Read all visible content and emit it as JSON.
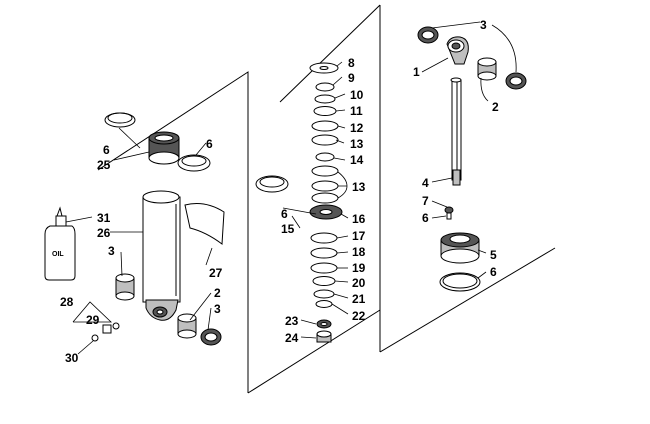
{
  "bottle_label": "OIL",
  "callouts": [
    {
      "id": "c1",
      "text": "1"
    },
    {
      "id": "c2a",
      "text": "2"
    },
    {
      "id": "c2b",
      "text": "2"
    },
    {
      "id": "c3a",
      "text": "3"
    },
    {
      "id": "c3b",
      "text": "3"
    },
    {
      "id": "c3c",
      "text": "3"
    },
    {
      "id": "c4",
      "text": "4"
    },
    {
      "id": "c5",
      "text": "5"
    },
    {
      "id": "c6a",
      "text": "6"
    },
    {
      "id": "c6b",
      "text": "6"
    },
    {
      "id": "c6c",
      "text": "6"
    },
    {
      "id": "c6d",
      "text": "6"
    },
    {
      "id": "c6e",
      "text": "6"
    },
    {
      "id": "c7",
      "text": "7"
    },
    {
      "id": "c8",
      "text": "8"
    },
    {
      "id": "c9",
      "text": "9"
    },
    {
      "id": "c10",
      "text": "10"
    },
    {
      "id": "c11",
      "text": "11"
    },
    {
      "id": "c12",
      "text": "12"
    },
    {
      "id": "c13a",
      "text": "13"
    },
    {
      "id": "c13b",
      "text": "13"
    },
    {
      "id": "c14",
      "text": "14"
    },
    {
      "id": "c15",
      "text": "15"
    },
    {
      "id": "c16",
      "text": "16"
    },
    {
      "id": "c17",
      "text": "17"
    },
    {
      "id": "c18",
      "text": "18"
    },
    {
      "id": "c19",
      "text": "19"
    },
    {
      "id": "c20",
      "text": "20"
    },
    {
      "id": "c21",
      "text": "21"
    },
    {
      "id": "c22",
      "text": "22"
    },
    {
      "id": "c23",
      "text": "23"
    },
    {
      "id": "c24",
      "text": "24"
    },
    {
      "id": "c25",
      "text": "25"
    },
    {
      "id": "c26",
      "text": "26"
    },
    {
      "id": "c27",
      "text": "27"
    },
    {
      "id": "c28",
      "text": "28"
    },
    {
      "id": "c29",
      "text": "29"
    },
    {
      "id": "c30",
      "text": "30"
    },
    {
      "id": "c31",
      "text": "31"
    }
  ]
}
